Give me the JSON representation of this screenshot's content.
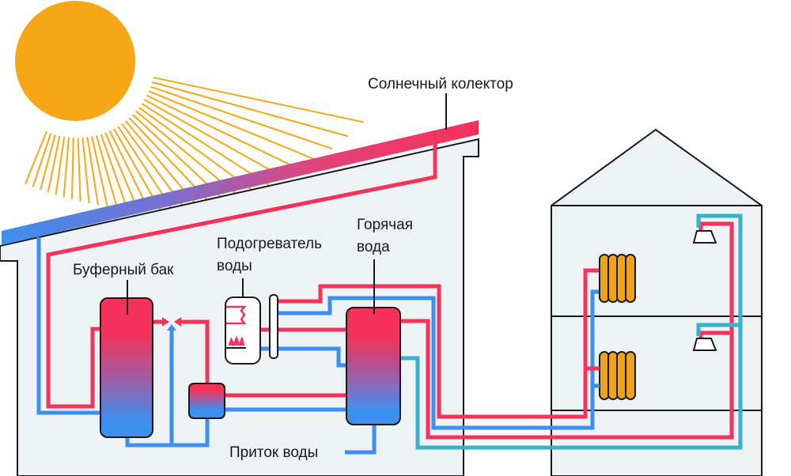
{
  "title": "Схема солнечного водонагрева",
  "labels": {
    "solar_collector": "Солнечный колектор",
    "buffer_tank": "Буферный бак",
    "water_heater_line1": "Подогреватель",
    "water_heater_line2": "воды",
    "hot_water_line1": "Горячая",
    "hot_water_line2": "вода",
    "water_inlet": "Приток воды"
  },
  "components": [
    {
      "id": "sun",
      "icon": "sun-icon"
    },
    {
      "id": "solar-collector",
      "icon": "solar-panel"
    },
    {
      "id": "buffer-tank",
      "icon": "tank"
    },
    {
      "id": "heat-exchanger",
      "icon": "small-tank"
    },
    {
      "id": "water-heater",
      "icon": "boiler-with-flame"
    },
    {
      "id": "hot-water-tank",
      "icon": "tank"
    },
    {
      "id": "radiator-upper",
      "icon": "radiator-icon"
    },
    {
      "id": "radiator-lower",
      "icon": "radiator-icon"
    },
    {
      "id": "shower-upper",
      "icon": "shower-head-icon"
    },
    {
      "id": "shower-lower",
      "icon": "shower-head-icon"
    }
  ],
  "colors": {
    "hot": "#f5325a",
    "cold": "#3d8ff0",
    "cyan": "#38b2c8",
    "sun": "#f5a716",
    "radiator": "#f0a318",
    "wall": "#edf2f5",
    "outline": "#1a1a1a"
  }
}
